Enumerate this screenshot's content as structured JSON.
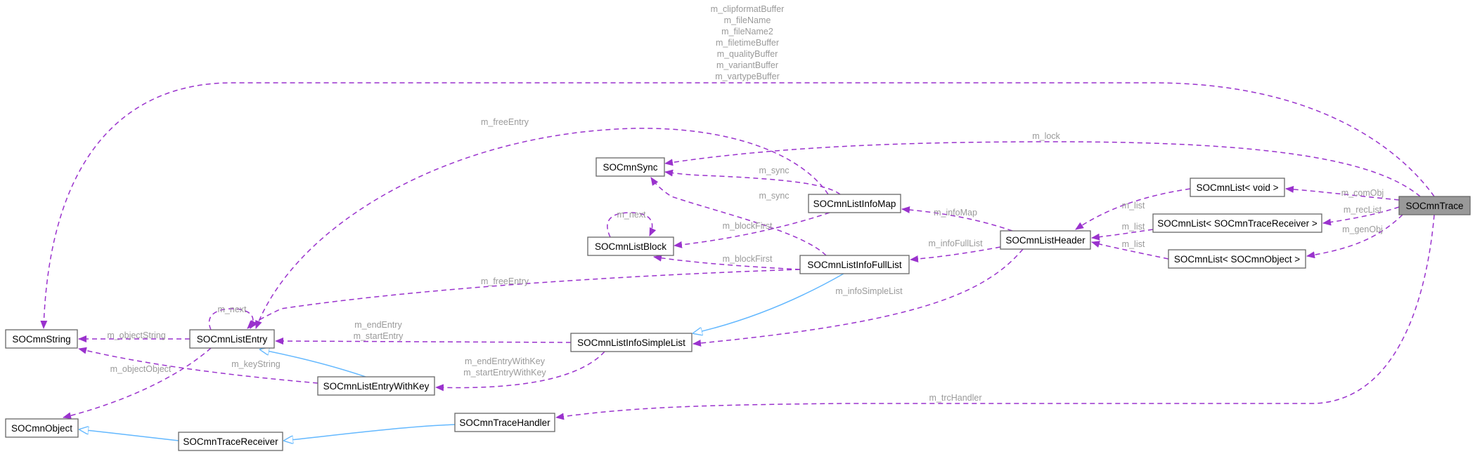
{
  "diagram": {
    "colors": {
      "usage_edge": "#9a32cd",
      "inherit_edge": "#63b8ff",
      "label": "#9a9a9a",
      "node_border": "#666666",
      "current_node_fill": "#999999"
    },
    "nodes": [
      {
        "id": "SOCmnTrace",
        "label": "SOCmnTrace",
        "current": true
      },
      {
        "id": "SOCmnString",
        "label": "SOCmnString"
      },
      {
        "id": "SOCmnSync",
        "label": "SOCmnSync"
      },
      {
        "id": "SOCmnListInfoMap",
        "label": "SOCmnListInfoMap"
      },
      {
        "id": "SOCmnListBlock",
        "label": "SOCmnListBlock"
      },
      {
        "id": "SOCmnListInfoFullList",
        "label": "SOCmnListInfoFullList"
      },
      {
        "id": "SOCmnListEntry",
        "label": "SOCmnListEntry"
      },
      {
        "id": "SOCmnListInfoSimpleList",
        "label": "SOCmnListInfoSimpleList"
      },
      {
        "id": "SOCmnListEntryWithKey",
        "label": "SOCmnListEntryWithKey"
      },
      {
        "id": "SOCmnListHeader",
        "label": "SOCmnListHeader"
      },
      {
        "id": "SOCmnListVoid",
        "label": "SOCmnList< void >"
      },
      {
        "id": "SOCmnListTraceReceiver",
        "label": "SOCmnList< SOCmnTraceReceiver >"
      },
      {
        "id": "SOCmnListObject",
        "label": "SOCmnList< SOCmnObject >"
      },
      {
        "id": "SOCmnObject",
        "label": "SOCmnObject"
      },
      {
        "id": "SOCmnTraceReceiver",
        "label": "SOCmnTraceReceiver"
      },
      {
        "id": "SOCmnTraceHandler",
        "label": "SOCmnTraceHandler"
      }
    ],
    "edges": [
      {
        "id": "trace-string",
        "kind": "usage",
        "from": "SOCmnTrace",
        "to": "SOCmnString",
        "labels": [
          "m_clipformatBuffer",
          "m_fileName",
          "m_fileName2",
          "m_filetimeBuffer",
          "m_qualityBuffer",
          "m_variantBuffer",
          "m_vartypeBuffer"
        ]
      },
      {
        "id": "trace-sync",
        "kind": "usage",
        "from": "SOCmnTrace",
        "to": "SOCmnSync",
        "labels": [
          "m_lock"
        ]
      },
      {
        "id": "map-sync",
        "kind": "usage",
        "from": "SOCmnListInfoMap",
        "to": "SOCmnSync",
        "labels": [
          "m_sync"
        ]
      },
      {
        "id": "full-sync",
        "kind": "usage",
        "from": "SOCmnListInfoFullList",
        "to": "SOCmnSync",
        "labels": [
          "m_sync"
        ]
      },
      {
        "id": "map-entry",
        "kind": "usage",
        "from": "SOCmnListInfoMap",
        "to": "SOCmnListEntry",
        "labels": [
          "m_freeEntry"
        ]
      },
      {
        "id": "block-block",
        "kind": "usage",
        "from": "SOCmnListBlock",
        "to": "SOCmnListBlock",
        "labels": [
          "m_next"
        ]
      },
      {
        "id": "map-block",
        "kind": "usage",
        "from": "SOCmnListInfoMap",
        "to": "SOCmnListBlock",
        "labels": [
          "m_blockFirst"
        ]
      },
      {
        "id": "full-block",
        "kind": "usage",
        "from": "SOCmnListInfoFullList",
        "to": "SOCmnListBlock",
        "labels": [
          "m_blockFirst"
        ]
      },
      {
        "id": "full-entry",
        "kind": "usage",
        "from": "SOCmnListInfoFullList",
        "to": "SOCmnListEntry",
        "labels": [
          "m_freeEntry"
        ]
      },
      {
        "id": "entry-entry",
        "kind": "usage",
        "from": "SOCmnListEntry",
        "to": "SOCmnListEntry",
        "labels": [
          "m_next"
        ]
      },
      {
        "id": "entry-string",
        "kind": "usage",
        "from": "SOCmnListEntry",
        "to": "SOCmnString",
        "labels": [
          "m_objectString"
        ]
      },
      {
        "id": "simple-entry",
        "kind": "usage",
        "from": "SOCmnListInfoSimpleList",
        "to": "SOCmnListEntry",
        "labels": [
          "m_endEntry",
          "m_startEntry"
        ]
      },
      {
        "id": "full-simple",
        "kind": "inherit",
        "from": "SOCmnListInfoFullList",
        "to": "SOCmnListInfoSimpleList",
        "labels": []
      },
      {
        "id": "header-simple",
        "kind": "usage",
        "from": "SOCmnListHeader",
        "to": "SOCmnListInfoSimpleList",
        "labels": [
          "m_infoSimpleList"
        ]
      },
      {
        "id": "header-map",
        "kind": "usage",
        "from": "SOCmnListHeader",
        "to": "SOCmnListInfoMap",
        "labels": [
          "m_infoMap"
        ]
      },
      {
        "id": "header-full",
        "kind": "usage",
        "from": "SOCmnListHeader",
        "to": "SOCmnListInfoFullList",
        "labels": [
          "m_infoFullList"
        ]
      },
      {
        "id": "void-header",
        "kind": "usage",
        "from": "SOCmnListVoid",
        "to": "SOCmnListHeader",
        "labels": [
          "m_list"
        ]
      },
      {
        "id": "recv-header",
        "kind": "usage",
        "from": "SOCmnListTraceReceiver",
        "to": "SOCmnListHeader",
        "labels": [
          "m_list"
        ]
      },
      {
        "id": "obj-header",
        "kind": "usage",
        "from": "SOCmnListObject",
        "to": "SOCmnListHeader",
        "labels": [
          "m_list"
        ]
      },
      {
        "id": "trace-void",
        "kind": "usage",
        "from": "SOCmnTrace",
        "to": "SOCmnListVoid",
        "labels": [
          "m_comObj"
        ]
      },
      {
        "id": "trace-recv",
        "kind": "usage",
        "from": "SOCmnTrace",
        "to": "SOCmnListTraceReceiver",
        "labels": [
          "m_recList"
        ]
      },
      {
        "id": "trace-obj",
        "kind": "usage",
        "from": "SOCmnTrace",
        "to": "SOCmnListObject",
        "labels": [
          "m_genObj"
        ]
      },
      {
        "id": "withkey-entry",
        "kind": "inherit",
        "from": "SOCmnListEntryWithKey",
        "to": "SOCmnListEntry",
        "labels": []
      },
      {
        "id": "withkey-string",
        "kind": "usage",
        "from": "SOCmnListEntryWithKey",
        "to": "SOCmnString",
        "labels": [
          "m_keyString"
        ]
      },
      {
        "id": "simple-withkey",
        "kind": "usage",
        "from": "SOCmnListInfoSimpleList",
        "to": "SOCmnListEntryWithKey",
        "labels": [
          "m_endEntryWithKey",
          "m_startEntryWithKey"
        ]
      },
      {
        "id": "entry-object",
        "kind": "usage",
        "from": "SOCmnListEntry",
        "to": "SOCmnObject",
        "labels": [
          "m_objectObject"
        ]
      },
      {
        "id": "trace-handler",
        "kind": "usage",
        "from": "SOCmnTrace",
        "to": "SOCmnTraceHandler",
        "labels": [
          "m_trcHandler"
        ]
      },
      {
        "id": "handler-receiver",
        "kind": "inherit",
        "from": "SOCmnTraceHandler",
        "to": "SOCmnTraceReceiver",
        "labels": []
      },
      {
        "id": "receiver-object",
        "kind": "inherit",
        "from": "SOCmnTraceReceiver",
        "to": "SOCmnObject",
        "labels": []
      }
    ]
  }
}
